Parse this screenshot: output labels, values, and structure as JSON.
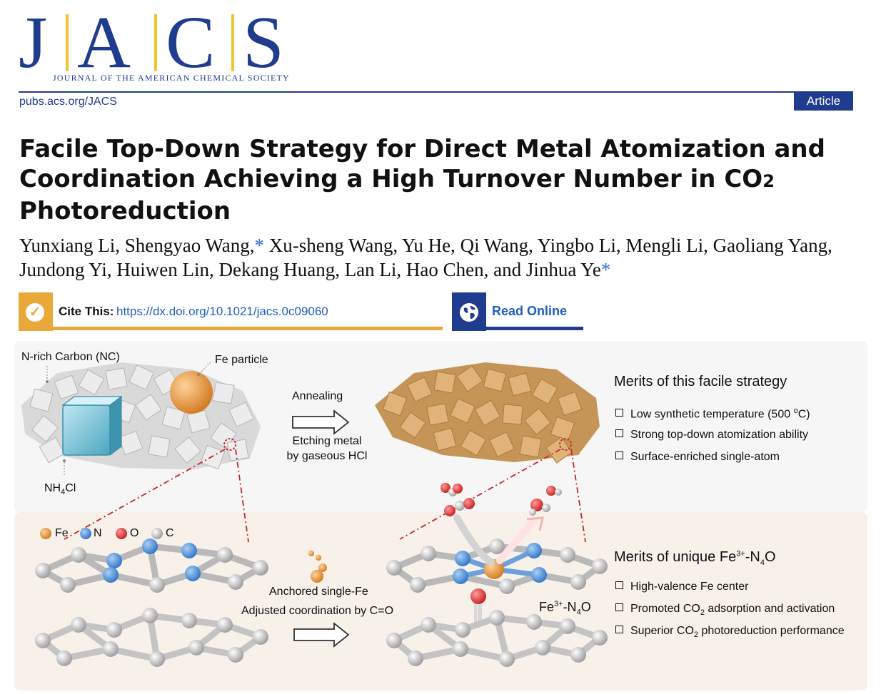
{
  "journal": {
    "logo_letters": [
      "J",
      "A",
      "C",
      "S"
    ],
    "logo_subtitle": "JOURNAL OF THE AMERICAN CHEMICAL SOCIETY",
    "site_link": "pubs.acs.org/JACS",
    "article_type": "Article"
  },
  "article": {
    "title_line1": "Facile Top-Down Strategy for Direct Metal Atomization and",
    "title_line2_pre": "Coordination Achieving a High Turnover Number in CO",
    "title_line2_sub": "2",
    "title_line3": "Photoreduction",
    "authors_part1": "Yunxiang Li, Shengyao Wang,",
    "corr_mark": "*",
    "authors_part2": " Xu-sheng Wang, Yu He, Qi Wang, Yingbo Li, Mengli Li, Gaoliang Yang, Jundong Yi, Huiwen Lin, Dekang Huang, Lan Li, Hao Chen, and Jinhua Ye"
  },
  "cite": {
    "label": "Cite This:",
    "url": "https://dx.doi.org/10.1021/jacs.0c09060"
  },
  "read_online": {
    "label": "Read Online"
  },
  "graphic": {
    "nc_label": "N-rich Carbon (NC)",
    "fe_particle_label": "Fe particle",
    "nh4cl_pre": "NH",
    "nh4cl_sub": "4",
    "nh4cl_post": "Cl",
    "annealing_label": "Annealing",
    "etching_line1": "Etching metal",
    "etching_line2": "by gaseous HCl",
    "merits1_title": "Merits of this facile strategy",
    "merits1_item1_pre": "Low synthetic temperature (500 ",
    "merits1_item1_sup": "o",
    "merits1_item1_post": "C)",
    "merits1_item2": "Strong top-down atomization ability",
    "merits1_item3": "Surface-enriched single-atom",
    "legend_fe": "Fe",
    "legend_n": "N",
    "legend_o": "O",
    "legend_c": "C",
    "anchored_label": "Anchored single-Fe",
    "adjusted_label": "Adjusted coordination by C=O",
    "site_label_pre": "Fe",
    "site_label_sup": "3+",
    "site_label_mid": "-N",
    "site_label_sub": "4",
    "site_label_post": "O",
    "merits2_title_pre": "Merits of unique Fe",
    "merits2_title_sup": "3+",
    "merits2_title_mid": "-N",
    "merits2_title_sub": "4",
    "merits2_title_post": "O",
    "merits2_item1": "High-valence Fe center",
    "merits2_item2_pre": "Promoted CO",
    "merits2_item2_sub": "2",
    "merits2_item2_post": " adsorption and activation",
    "merits2_item3_pre": "Superior CO",
    "merits2_item3_sub": "2",
    "merits2_item3_post": " photoreduction performance"
  },
  "colors": {
    "brand_navy": "#1f3c8e",
    "logo_bar_yellow": "#f2c230",
    "cite_orange": "#e9a93a",
    "link_blue": "#1f5fbf",
    "fe_orange": "#e8913a",
    "n_blue": "#4a90d9",
    "o_red": "#e23b3b",
    "c_gray": "#c8c8c8",
    "cube_tan": "#d8a86a"
  }
}
